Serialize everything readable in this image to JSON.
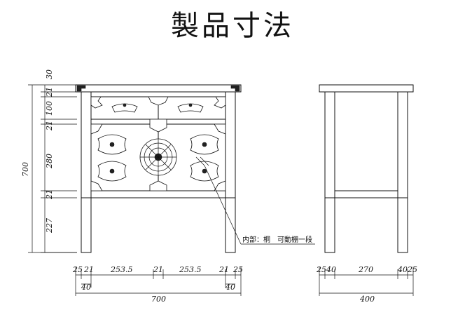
{
  "title": "製品寸法",
  "note": "内部：桐　可動棚一段",
  "vertical_dims": [
    "30",
    "21",
    "100",
    "21",
    "280",
    "21",
    "227"
  ],
  "total_height": "700",
  "front_width_dims": [
    "25",
    "21",
    "253.5",
    "21",
    "253.5",
    "21",
    "25"
  ],
  "front_inner_offsets": [
    "40",
    "40"
  ],
  "front_total_width": "700",
  "side_width_dims": [
    "25",
    "40",
    "270",
    "40",
    "25"
  ],
  "side_total_depth": "400"
}
